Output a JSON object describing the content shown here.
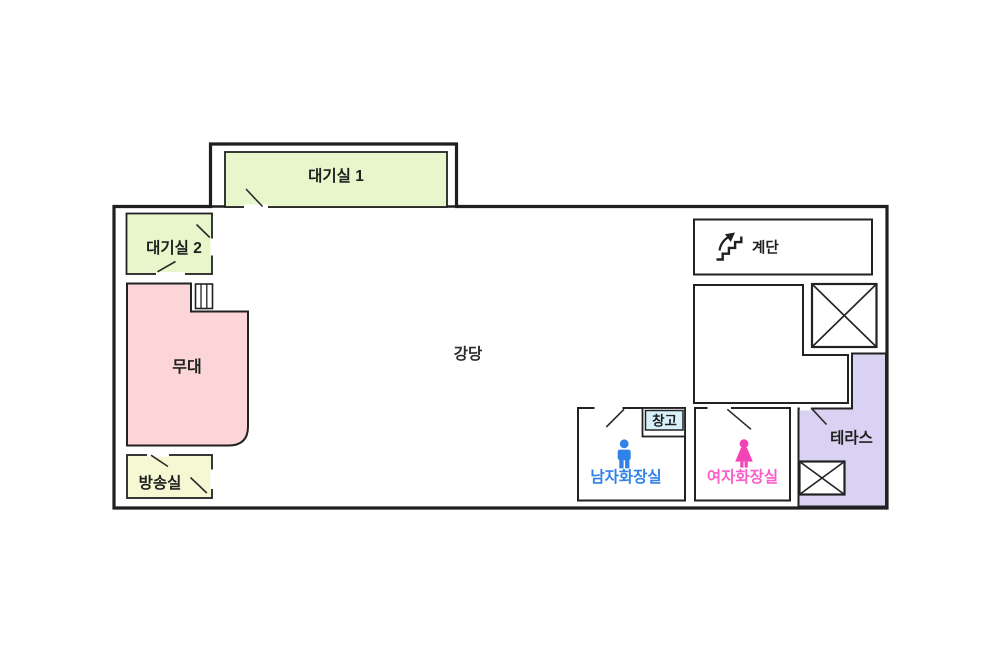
{
  "floor_plan": {
    "rooms": {
      "waiting_room_1": {
        "label": "대기실 1"
      },
      "waiting_room_2": {
        "label": "대기실 2"
      },
      "stage": {
        "label": "무대"
      },
      "broadcast_room": {
        "label": "방송실"
      },
      "auditorium": {
        "label": "강당"
      },
      "stairs": {
        "label": "계단"
      },
      "storage": {
        "label": "창고"
      },
      "mens_restroom": {
        "label": "남자화장실"
      },
      "womens_restroom": {
        "label": "여자화장실"
      },
      "terrace": {
        "label": "테라스"
      }
    },
    "colors": {
      "wall": "#1f1f1f",
      "room_fill_default": "#ffffff",
      "waiting_room_fill": "#e8f7cb",
      "stage_fill": "#fbd5d7",
      "broadcast_fill": "#f5f9d3",
      "storage_fill": "#d9f1fa",
      "terrace_fill": "#dad2f3",
      "mens_accent": "#3182e8",
      "womens_icon_color": "#f443b4",
      "womens_text_color": "#fa5ec8",
      "label_color": "#1f1f1f"
    },
    "icons": {
      "stairs_icon": "staircase-with-up-arrow",
      "mens_icon": "male-figure",
      "womens_icon": "female-figure",
      "elevator_upper_icon": "crossed-box",
      "elevator_lower_icon": "crossed-box",
      "stage_steps_icon": "striped-steps"
    }
  }
}
